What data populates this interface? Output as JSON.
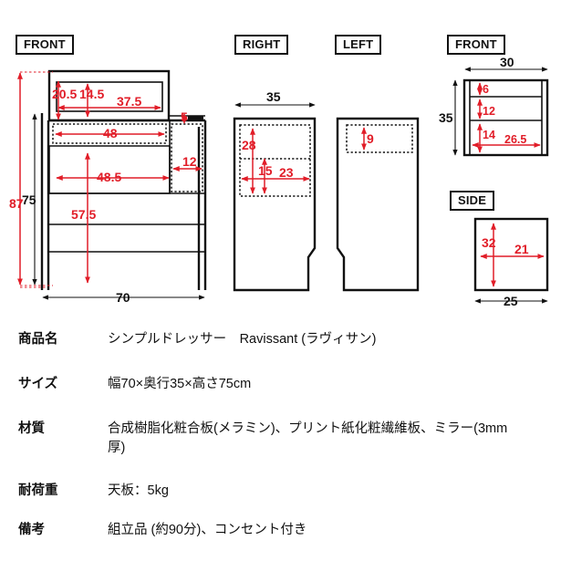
{
  "colors": {
    "dimension_red": "#e11d28",
    "line_black": "#111111",
    "background": "#ffffff"
  },
  "drawing": {
    "views": [
      {
        "id": "front-main",
        "label": "FRONT"
      },
      {
        "id": "right-side",
        "label": "RIGHT"
      },
      {
        "id": "left-side",
        "label": "LEFT"
      },
      {
        "id": "front-drawer",
        "label": "FRONT"
      },
      {
        "id": "side-drawer",
        "label": "SIDE"
      }
    ],
    "front_main": {
      "label": "FRONT",
      "dims": {
        "mirror_height": "20.5",
        "mirror_inner_height": "14.5",
        "mirror_width": "37.5",
        "outlet_height": "5",
        "top_drawer_width": "48",
        "shelf_width": "48.5",
        "side_cabinet_width": "12",
        "center_height": "57.5",
        "overall_height_outer": "87",
        "overall_height_inner": "75",
        "overall_width": "70"
      }
    },
    "right_side": {
      "label": "RIGHT",
      "dims": {
        "depth": "35",
        "panel_height_upper": "28",
        "panel_height_lower": "15",
        "panel_width": "23"
      }
    },
    "left_side": {
      "label": "LEFT",
      "dims": {
        "panel_height": "9"
      }
    },
    "front_drawer": {
      "label": "FRONT",
      "dims": {
        "width": "30",
        "height": "35",
        "drawer1_height": "6",
        "drawer2_height": "12",
        "drawer3_height": "14",
        "drawer_width": "26.5"
      }
    },
    "side_drawer": {
      "label": "SIDE",
      "dims": {
        "height": "32",
        "inner_width": "21",
        "depth": "25"
      }
    }
  },
  "spec": {
    "rows": [
      {
        "label": "商品名",
        "value": "シンプルドレッサー　Ravissant (ラヴィサン)"
      },
      {
        "label": "サイズ",
        "value": "幅70×奥行35×高さ75cm"
      },
      {
        "label": "材質",
        "value": "合成樹脂化粧合板(メラミン)、プリント紙化粧繊維板、ミラー(3mm厚)"
      },
      {
        "label": "耐荷重",
        "value": "天板：5kg"
      },
      {
        "label": "備考",
        "value": "組立品 (約90分)、コンセント付き"
      }
    ]
  }
}
